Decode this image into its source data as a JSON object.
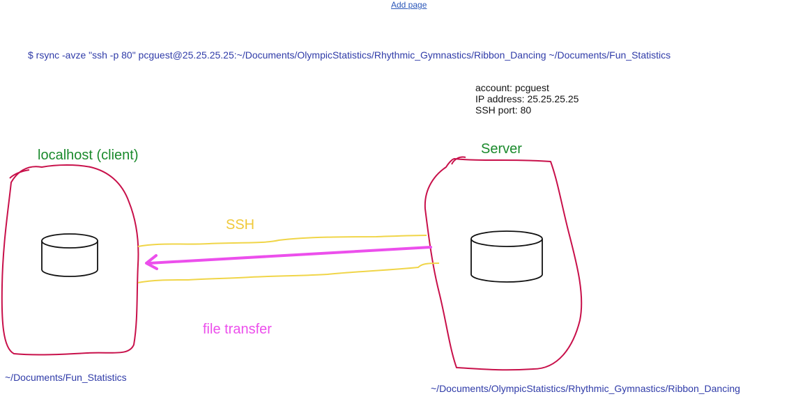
{
  "toolbar": {
    "add_page_label": "Add page"
  },
  "command": {
    "text": "$ rsync -avze \"ssh -p 80\" pcguest@25.25.25.25:~/Documents/OlympicStatistics/Rhythmic_Gymnastics/Ribbon_Dancing ~/Documents/Fun_Statistics"
  },
  "server_info": {
    "account": "account: pcguest",
    "ip": "IP address: 25.25.25.25",
    "port": "SSH port: 80"
  },
  "client": {
    "title": "localhost (client)",
    "path": "~/Documents/Fun_Statistics"
  },
  "server": {
    "title": "Server",
    "path": "~/Documents/OlympicStatistics/Rhythmic_Gymnastics/Ribbon_Dancing"
  },
  "connection": {
    "ssh_label": "SSH",
    "transfer_label": "file transfer"
  },
  "colors": {
    "outline": "#c8104a",
    "ssh_tunnel": "#f0d548",
    "transfer_arrow": "#ec4fec",
    "title_green": "#1a8a2c",
    "path_blue": "#2f3ba8"
  }
}
